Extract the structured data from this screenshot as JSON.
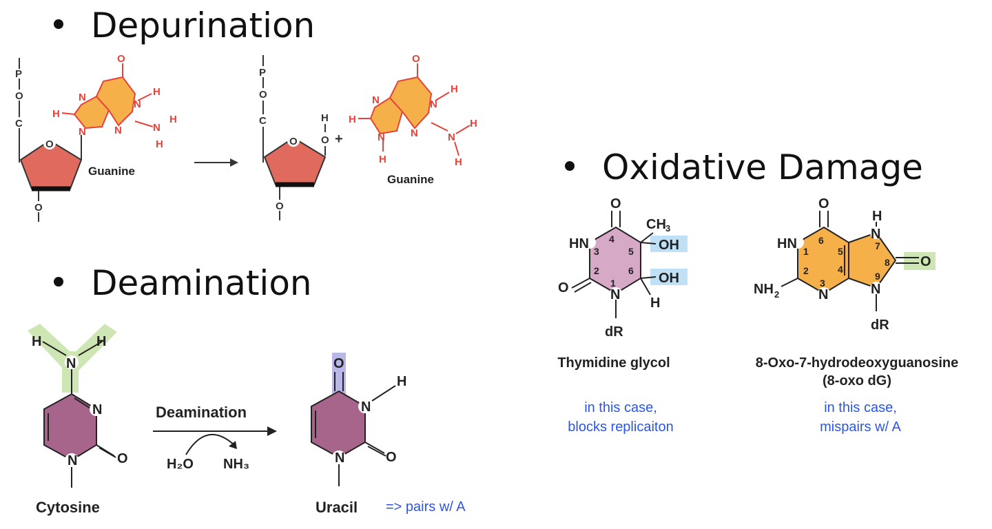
{
  "headings": {
    "depurination": "Depurination",
    "deamination": "Deamination",
    "oxidative": "Oxidative Damage"
  },
  "depurination": {
    "guanine_label_left": "Guanine",
    "guanine_label_right": "Guanine",
    "plus": "+"
  },
  "deamination": {
    "reactant_label": "Cytosine",
    "arrow_label": "Deamination",
    "h2o": "H₂O",
    "nh3": "NH₃",
    "product_label": "Uracil",
    "note": "=> pairs w/ A"
  },
  "oxidative": {
    "thymidine_label": "Thymidine glycol",
    "thymidine_note_line1": "in this case,",
    "thymidine_note_line2": "blocks replicaiton",
    "oxo_label_line1": "8-Oxo-7-hydrodeoxyguanosine",
    "oxo_label_line2": "(8-oxo dG)",
    "oxo_note_line1": "in this case,",
    "oxo_note_line2": "mispairs w/ A"
  },
  "colors": {
    "sugar_red": "#e06a5e",
    "guanine_orange": "#f5b04a",
    "atom_red": "#e4423a",
    "cytosine_purple": "#a8658c",
    "highlight_green": "#cde6b3",
    "highlight_violet": "#b9b7e6",
    "highlight_blue": "#bfe0f5",
    "thymidine_pink": "#d6a9c7",
    "note_blue": "#2a55e8"
  }
}
